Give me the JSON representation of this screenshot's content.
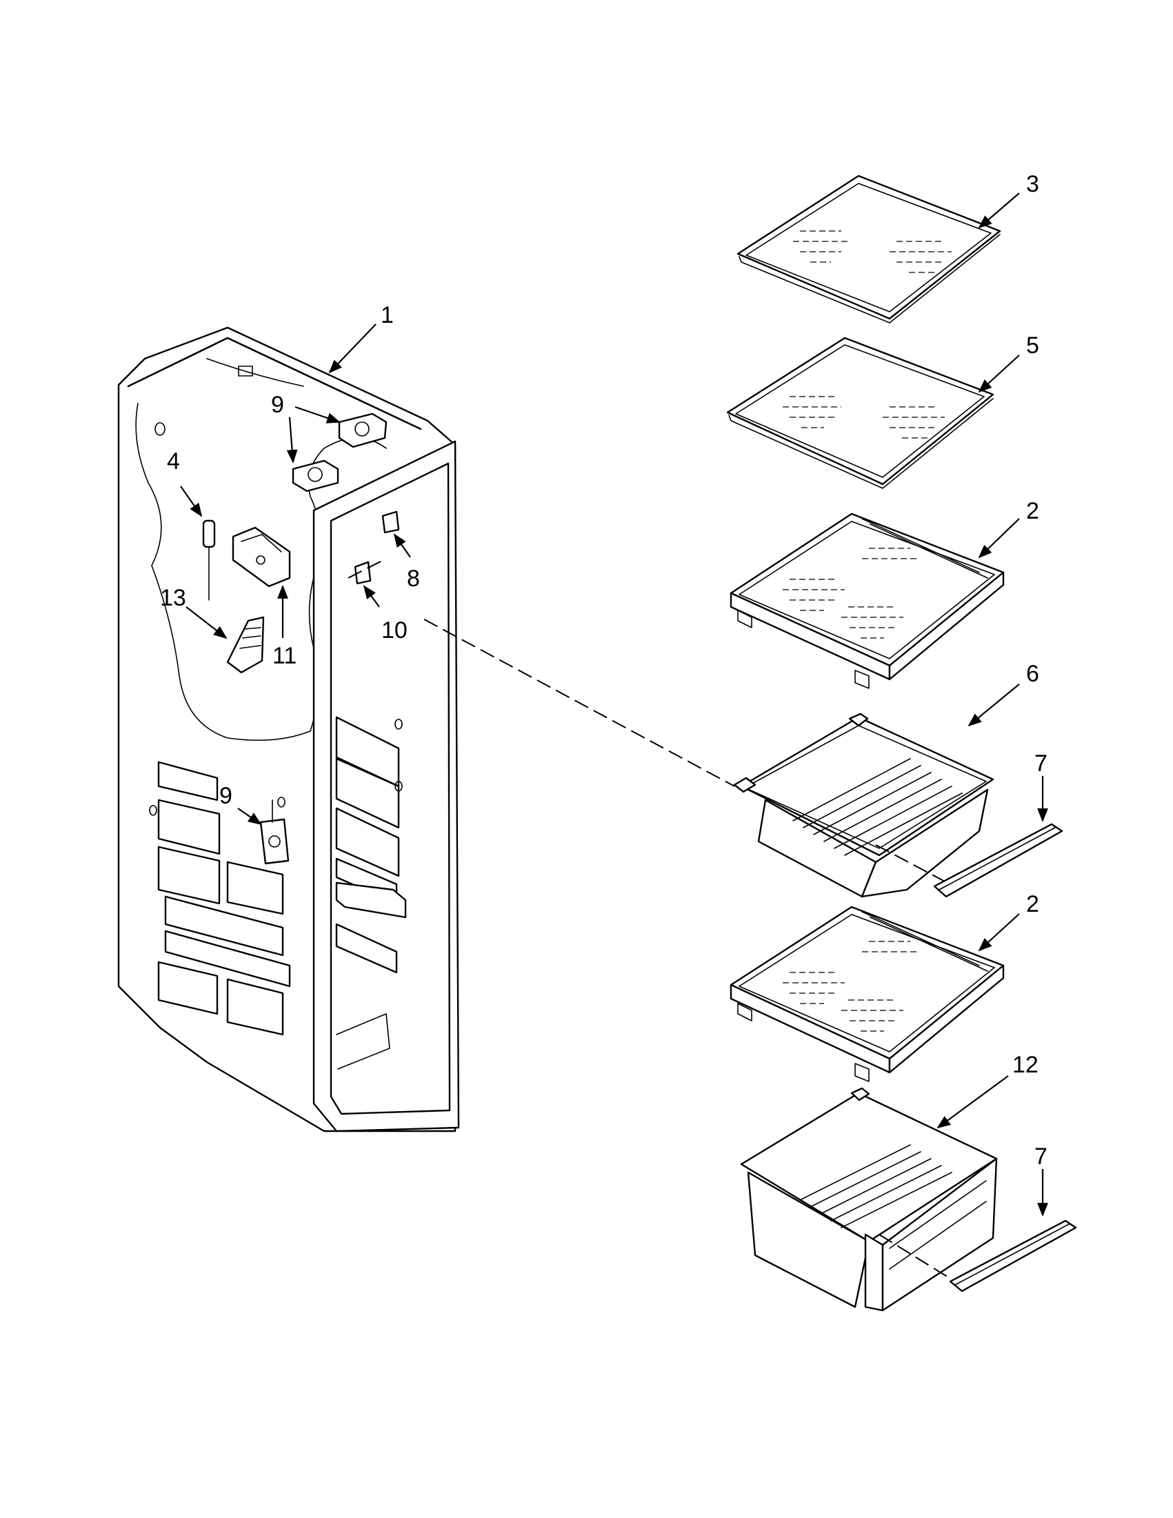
{
  "callouts": [
    {
      "id": "c1",
      "label": "1"
    },
    {
      "id": "c2a",
      "label": "2"
    },
    {
      "id": "c2b",
      "label": "2"
    },
    {
      "id": "c3",
      "label": "3"
    },
    {
      "id": "c4",
      "label": "4"
    },
    {
      "id": "c5",
      "label": "5"
    },
    {
      "id": "c6",
      "label": "6"
    },
    {
      "id": "c7a",
      "label": "7"
    },
    {
      "id": "c7b",
      "label": "7"
    },
    {
      "id": "c8",
      "label": "8"
    },
    {
      "id": "c9a",
      "label": "9"
    },
    {
      "id": "c9b",
      "label": "9"
    },
    {
      "id": "c10",
      "label": "10"
    },
    {
      "id": "c11",
      "label": "11"
    },
    {
      "id": "c12",
      "label": "12"
    },
    {
      "id": "c13",
      "label": "13"
    }
  ]
}
